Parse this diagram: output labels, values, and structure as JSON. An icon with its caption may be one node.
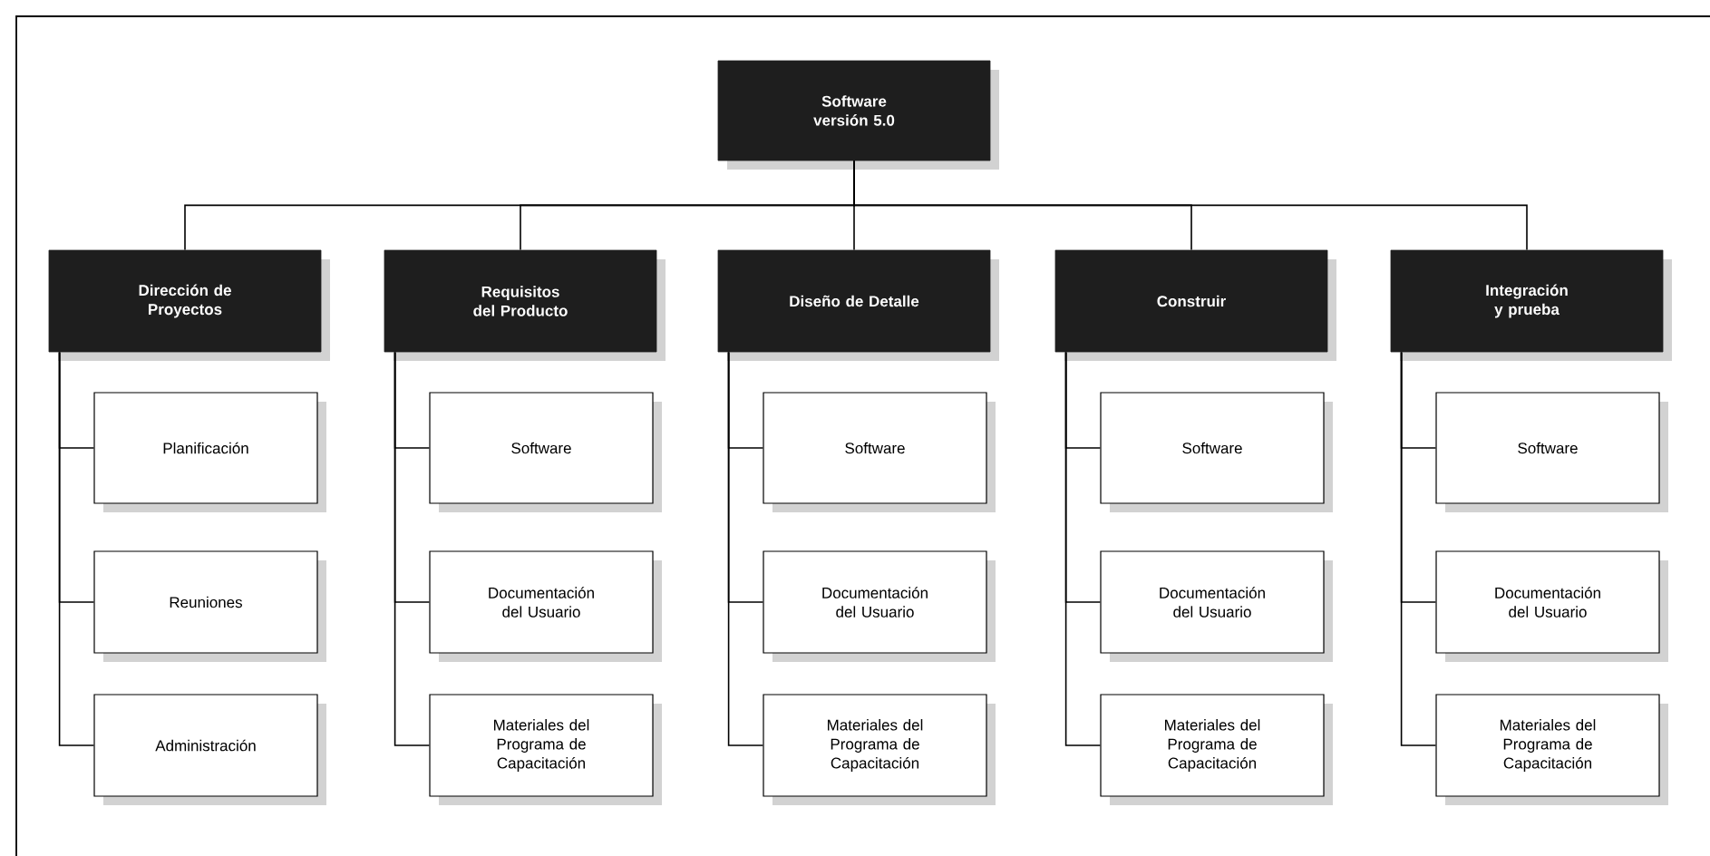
{
  "diagram": {
    "nodes": [
      {
        "text": [
          "Software versión 5.0"
        ]
      },
      {
        "text": [
          "Dirección de Proyectos"
        ]
      },
      {
        "text": [
          "Requisitos del Producto"
        ]
      },
      {
        "text": [
          "Diseño de Detalle"
        ]
      },
      {
        "text": [
          "Construir"
        ]
      },
      {
        "text": [
          "Integración y prueba"
        ]
      },
      {
        "text": [
          "Planificación"
        ]
      },
      {
        "text": [
          "Reuniones"
        ]
      },
      {
        "text": [
          "Administración"
        ]
      },
      {
        "text": [
          "Software"
        ]
      },
      {
        "text": [
          "Documentación del Usuario"
        ]
      },
      {
        "text": [
          "Materiales del Programa de Capacitación"
        ]
      },
      {
        "text": [
          "Software"
        ]
      },
      {
        "text": [
          "Documentación del Usuario"
        ]
      },
      {
        "text": [
          "Materiales del Programa de Capacitación"
        ]
      },
      {
        "text": [
          "Software"
        ]
      },
      {
        "text": [
          "Documentación del Usuario"
        ]
      },
      {
        "text": [
          "Materiales del Programa de Capacitación"
        ]
      },
      {
        "text": [
          "Software"
        ]
      },
      {
        "text": [
          "Documentación del Usuario"
        ]
      },
      {
        "text": [
          "Materiales del Programa de Capacitación"
        ]
      }
    ],
    "edges": [
      {
        "from": 0,
        "to": 1,
        "arrow": "none"
      },
      {
        "from": 0,
        "to": 2,
        "arrow": "none"
      },
      {
        "from": 0,
        "to": 3,
        "arrow": "none"
      },
      {
        "from": 0,
        "to": 4,
        "arrow": "none"
      },
      {
        "from": 0,
        "to": 5,
        "arrow": "none"
      },
      {
        "from": 1,
        "to": 6,
        "arrow": "none"
      },
      {
        "from": 1,
        "to": 7,
        "arrow": "none"
      },
      {
        "from": 1,
        "to": 8,
        "arrow": "none"
      },
      {
        "from": 2,
        "to": 9,
        "arrow": "none"
      },
      {
        "from": 2,
        "to": 10,
        "arrow": "none"
      },
      {
        "from": 2,
        "to": 11,
        "arrow": "none"
      },
      {
        "from": 3,
        "to": 12,
        "arrow": "none"
      },
      {
        "from": 3,
        "to": 13,
        "arrow": "none"
      },
      {
        "from": 3,
        "to": 14,
        "arrow": "none"
      },
      {
        "from": 4,
        "to": 15,
        "arrow": "none"
      },
      {
        "from": 4,
        "to": 16,
        "arrow": "none"
      },
      {
        "from": 4,
        "to": 17,
        "arrow": "none"
      },
      {
        "from": 5,
        "to": 18,
        "arrow": "none"
      },
      {
        "from": 5,
        "to": 19,
        "arrow": "none"
      },
      {
        "from": 5,
        "to": 20,
        "arrow": "none"
      }
    ]
  }
}
